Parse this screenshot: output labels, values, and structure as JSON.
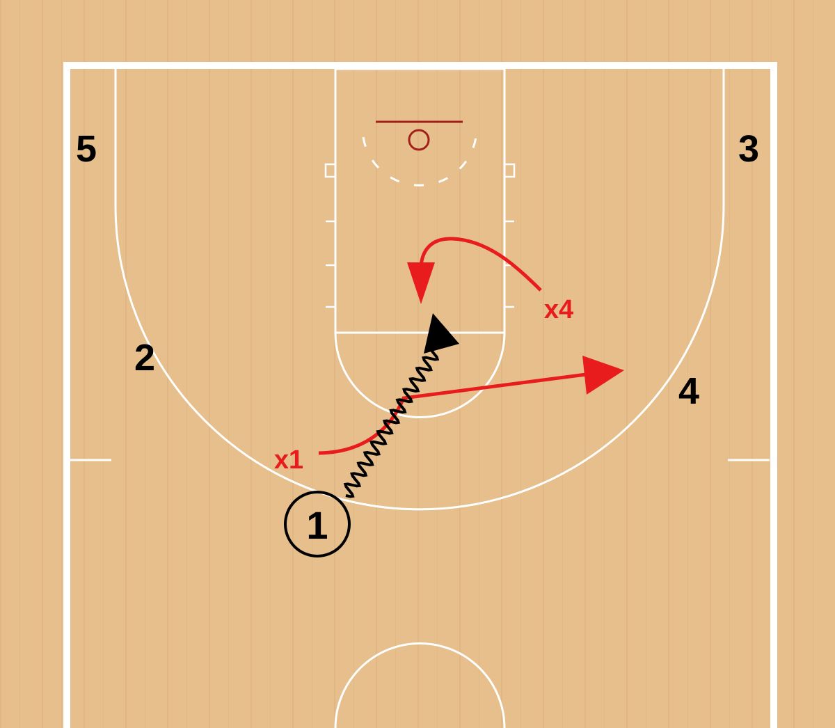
{
  "colors": {
    "floor": "#e6bf8c",
    "floor_grain": "#dcb27c",
    "lines": "#ffffff",
    "rim": "#a3201a",
    "offense": "#000000",
    "defense": "#e81c1c"
  },
  "offense": {
    "p1": "1",
    "p2": "2",
    "p3": "3",
    "p4": "4",
    "p5": "5"
  },
  "defense": {
    "x1": "x1",
    "x4": "x4"
  },
  "actions": [
    {
      "type": "dribble",
      "player": "1",
      "icon": "dribble-squiggle"
    },
    {
      "type": "cut",
      "player": "x1",
      "icon": "arrow"
    },
    {
      "type": "cut",
      "player": "x4",
      "icon": "arrow"
    }
  ]
}
